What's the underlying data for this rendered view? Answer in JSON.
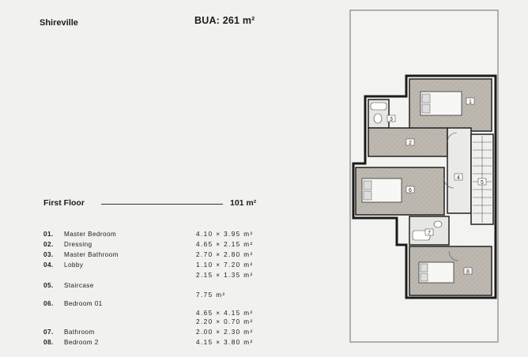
{
  "header": {
    "project": "Shireville",
    "bua": "BUA: 261 m²"
  },
  "floor": {
    "title": "First Floor",
    "area": "101 m²"
  },
  "rooms": [
    {
      "num": "01.",
      "name": "Master Bedroom",
      "dims": [
        "4.10 × 3.95 m²"
      ]
    },
    {
      "num": "02.",
      "name": "Dressing",
      "dims": [
        "4.65 × 2.15 m²"
      ]
    },
    {
      "num": "03.",
      "name": "Master Bathroom",
      "dims": [
        "2.70 × 2.80 m²"
      ]
    },
    {
      "num": "04.",
      "name": "Lobby",
      "dims": [
        "1.10 × 7.20 m²",
        "2.15 × 1.35 m²"
      ]
    },
    {
      "num": "05.",
      "name": "Staircase",
      "dims": [
        "7.75 m²"
      ]
    },
    {
      "num": "06.",
      "name": "Bedroom 01",
      "dims": [
        "4.65 × 4.15 m²",
        "2.20 × 0.70 m²"
      ]
    },
    {
      "num": "07.",
      "name": "Bathroom",
      "dims": [
        "2.00 × 2.30 m²"
      ]
    },
    {
      "num": "08.",
      "name": "Bedroom 2",
      "dims": [
        "4.15 × 3.80 m²"
      ]
    }
  ],
  "plan": {
    "labels": [
      "1",
      "2",
      "3",
      "4",
      "5",
      "6",
      "7",
      "8"
    ]
  }
}
